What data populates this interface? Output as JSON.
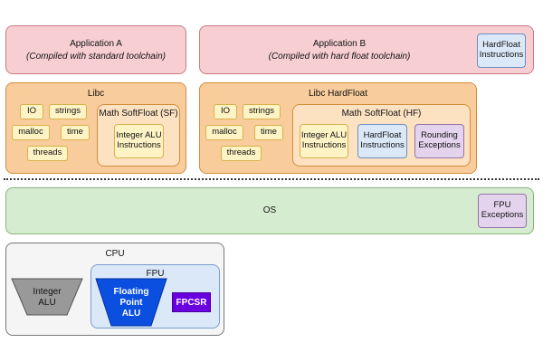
{
  "app_a": {
    "title": "Application A",
    "subtitle": "(Compiled with standard toolchain)"
  },
  "app_b": {
    "title": "Application B",
    "subtitle": "(Compiled with hard float toolchain)",
    "hardfloat": "HardFloat\nInstructions"
  },
  "libc": {
    "title": "Libc",
    "items": [
      "IO",
      "strings",
      "malloc",
      "time",
      "threads"
    ],
    "math_title": "Math SoftFloat (SF)",
    "math_item": "Integer ALU\nInstructions"
  },
  "libc_hf": {
    "title": "Libc HardFloat",
    "items": [
      "IO",
      "strings",
      "malloc",
      "time",
      "threads"
    ],
    "math_title": "Math SoftFloat (HF)",
    "math_items": [
      "Integer ALU\nInstructions",
      "HardFloat\nInstructions",
      "Rounding\nExceptions"
    ]
  },
  "os": {
    "title": "OS",
    "fpu_exceptions": "FPU\nExceptions"
  },
  "cpu": {
    "title": "CPU",
    "integer_alu": [
      "Integer",
      "ALU"
    ],
    "fpu_title": "FPU",
    "fp_alu": [
      "Floating",
      "Point",
      "ALU"
    ],
    "fpcsr": "FPCSR"
  },
  "colors": {
    "fp_alu": "#0a4fe0",
    "fpcsr": "#6a00e0"
  }
}
